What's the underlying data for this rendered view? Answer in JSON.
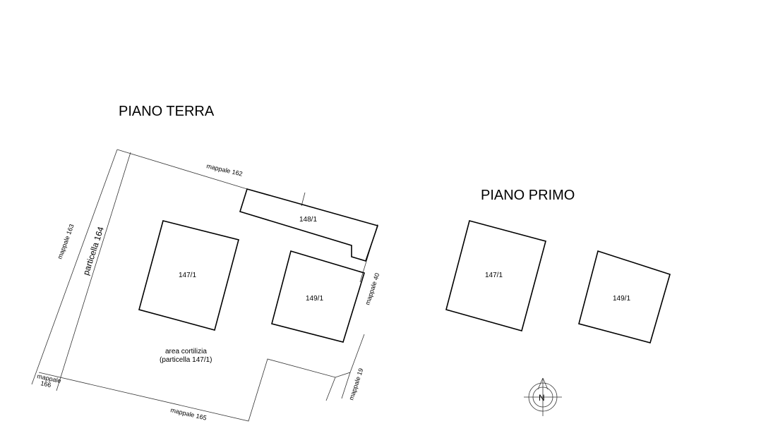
{
  "titles": {
    "ground_floor": "PIANO TERRA",
    "first_floor": "PIANO PRIMO"
  },
  "ground_floor": {
    "boundary_labels": {
      "north": "mappale 162",
      "west": "mappale 163",
      "west_parcel": "particella 164",
      "east": "mappale 40",
      "southeast": "mappale 19",
      "south": "mappale 165",
      "southwest_line1": "mappale",
      "southwest_line2": "166"
    },
    "units": [
      "148/1",
      "147/1",
      "149/1"
    ],
    "courtyard_line1": "area cortilizia",
    "courtyard_line2": "(particella 147/1)"
  },
  "first_floor": {
    "units": [
      "147/1",
      "149/1"
    ]
  },
  "north_arrow": {
    "letter": "N"
  }
}
